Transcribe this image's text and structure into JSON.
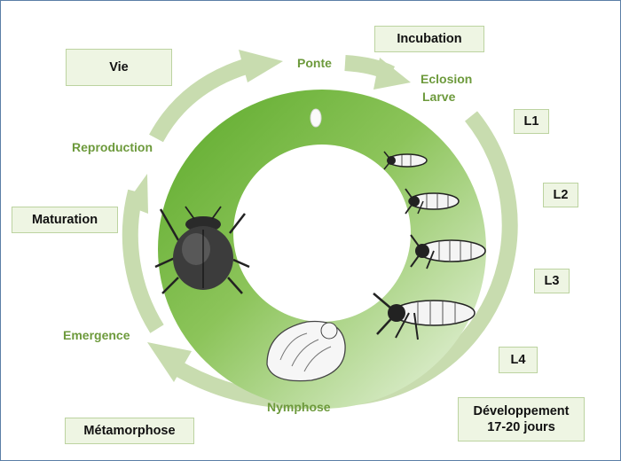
{
  "boxes": {
    "vie": "Vie",
    "incubation": "Incubation",
    "l1": "L1",
    "l2": "L2",
    "l3": "L3",
    "l4": "L4",
    "maturation": "Maturation",
    "metamorphose": "Métamorphose",
    "developpement_line1": "Développement",
    "developpement_line2": "17-20 jours"
  },
  "stages": {
    "ponte": "Ponte",
    "eclosion": "Eclosion",
    "larve": "Larve",
    "reproduction": "Reproduction",
    "emergence": "Emergence",
    "nymphose": "Nymphose"
  },
  "icons": [
    "egg-icon",
    "larva-l1-icon",
    "larva-l2-icon",
    "larva-l3-icon",
    "larva-l4-icon",
    "pupa-icon",
    "beetle-icon"
  ],
  "colors": {
    "ring_green": "#6fb43a",
    "ring_light": "#e2efd6",
    "arrow": "#c8dcaf",
    "label_green": "#6d9a3c",
    "box_fill": "#eef5e3",
    "box_border": "#bcd3a0"
  }
}
